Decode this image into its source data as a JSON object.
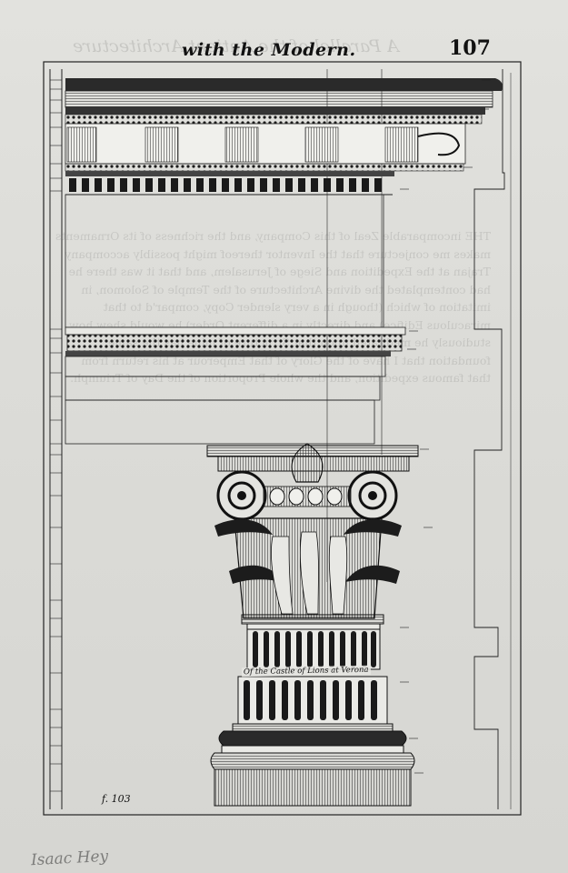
{
  "header": {
    "title": "with the Modern.",
    "page_number": "107"
  },
  "plate": {
    "figure_label": "f. 103",
    "caption": "Of the Castle of Lions at Verona"
  },
  "signature": "Isaac Hey",
  "colors": {
    "paper": "#dcdcd8",
    "ink": "#111111"
  }
}
